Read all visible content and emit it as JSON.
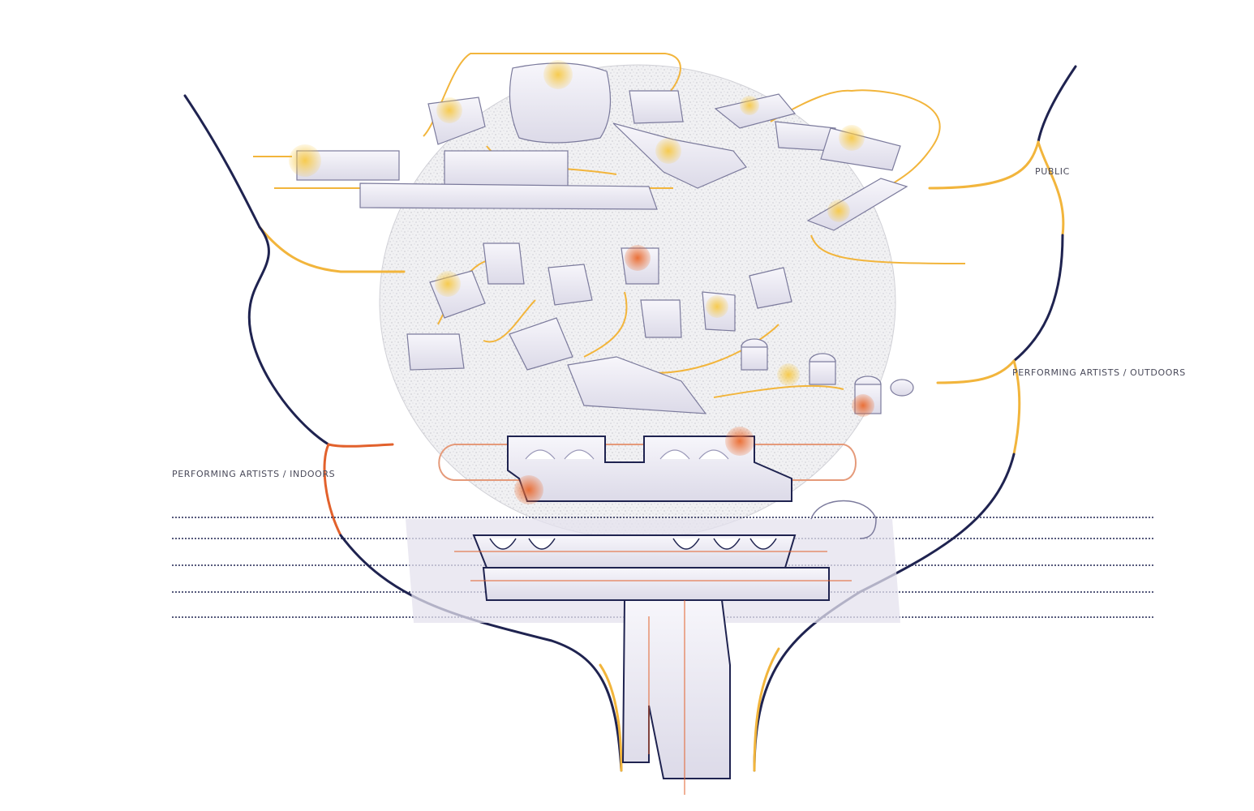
{
  "labels": {
    "public": "PUBLIC",
    "outdoors": "PERFORMING ARTISTS / OUTDOORS",
    "indoors": "PERFORMING ARTISTS / INDOORS"
  },
  "colors": {
    "public_path": "#f2b53c",
    "outdoor_path": "#f2b53c",
    "indoor_path": "#e2612c",
    "navy_path": "#1f2350",
    "site_circle": "#dadbe0",
    "volume_fill": "#eceaf2",
    "volume_stroke": "#7b7a9c",
    "highlight_yellow": "#f7c947",
    "highlight_orange": "#ea6a2e"
  }
}
